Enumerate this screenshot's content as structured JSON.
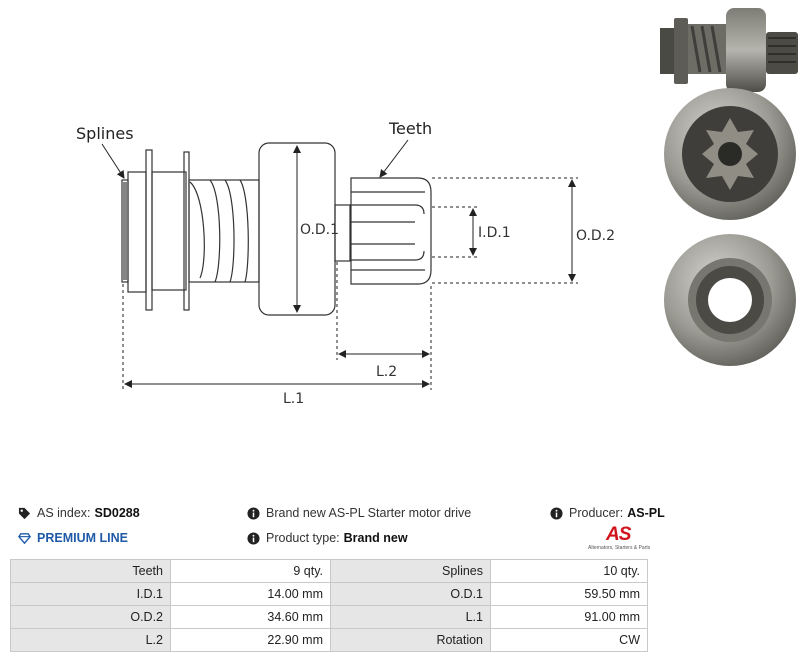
{
  "diagram": {
    "callouts": {
      "splines": "Splines",
      "teeth": "Teeth"
    },
    "dims": {
      "od1": "O.D.1",
      "od2": "O.D.2",
      "id1": "I.D.1",
      "l1": "L.1",
      "l2": "L.2"
    }
  },
  "info": {
    "as_index_label": "AS index:",
    "as_index_value": "SD0288",
    "premium": "PREMIUM LINE",
    "description": "Brand new AS-PL Starter motor drive",
    "product_type_label": "Product type:",
    "product_type_value": "Brand new",
    "producer_label": "Producer:",
    "producer_value": "AS-PL"
  },
  "logo": {
    "main": "AS",
    "sub": "Alternators, Starters & Parts"
  },
  "specs": [
    {
      "k1": "Teeth",
      "v1": "9 qty.",
      "k2": "Splines",
      "v2": "10 qty."
    },
    {
      "k1": "I.D.1",
      "v1": "14.00 mm",
      "k2": "O.D.1",
      "v2": "59.50 mm"
    },
    {
      "k1": "O.D.2",
      "v1": "34.60 mm",
      "k2": "L.1",
      "v2": "91.00 mm"
    },
    {
      "k1": "L.2",
      "v1": "22.90 mm",
      "k2": "Rotation",
      "v2": "CW"
    }
  ],
  "colors": {
    "accent": "#1f5aa8",
    "brand": "#d1141b"
  }
}
